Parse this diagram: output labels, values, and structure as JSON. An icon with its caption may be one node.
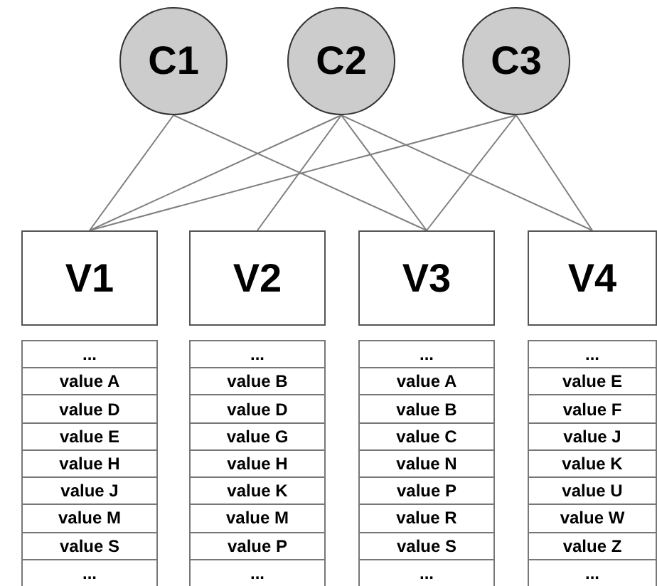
{
  "diagram": {
    "nodes": [
      {
        "text": [
          "C1"
        ]
      },
      {
        "text": [
          "C2"
        ]
      },
      {
        "text": [
          "C3"
        ]
      },
      {
        "text": [
          "V1"
        ]
      },
      {
        "text": [
          "V2"
        ]
      },
      {
        "text": [
          "V3"
        ]
      },
      {
        "text": [
          "V4"
        ]
      },
      {
        "text": [
          "...",
          "value A",
          "value D",
          "value E",
          "value H",
          "value J",
          "value M",
          "value S",
          "..."
        ]
      },
      {
        "text": [
          "...",
          "value B",
          "value D",
          "value G",
          "value H",
          "value K",
          "value M",
          "value P",
          "..."
        ]
      },
      {
        "text": [
          "...",
          "value A",
          "value B",
          "value C",
          "value N",
          "value P",
          "value R",
          "value S",
          "..."
        ]
      },
      {
        "text": [
          "...",
          "value E",
          "value F",
          "value J",
          "value K",
          "value U",
          "value W",
          "value Z",
          "..."
        ]
      }
    ],
    "edges": [
      {
        "from": 0,
        "to": 3,
        "arrow": "none"
      },
      {
        "from": 0,
        "to": 5,
        "arrow": "none"
      },
      {
        "from": 1,
        "to": 3,
        "arrow": "none"
      },
      {
        "from": 1,
        "to": 4,
        "arrow": "none"
      },
      {
        "from": 1,
        "to": 5,
        "arrow": "none"
      },
      {
        "from": 1,
        "to": 6,
        "arrow": "none"
      },
      {
        "from": 2,
        "to": 3,
        "arrow": "none"
      },
      {
        "from": 2,
        "to": 5,
        "arrow": "none"
      },
      {
        "from": 2,
        "to": 6,
        "arrow": "none"
      }
    ]
  }
}
